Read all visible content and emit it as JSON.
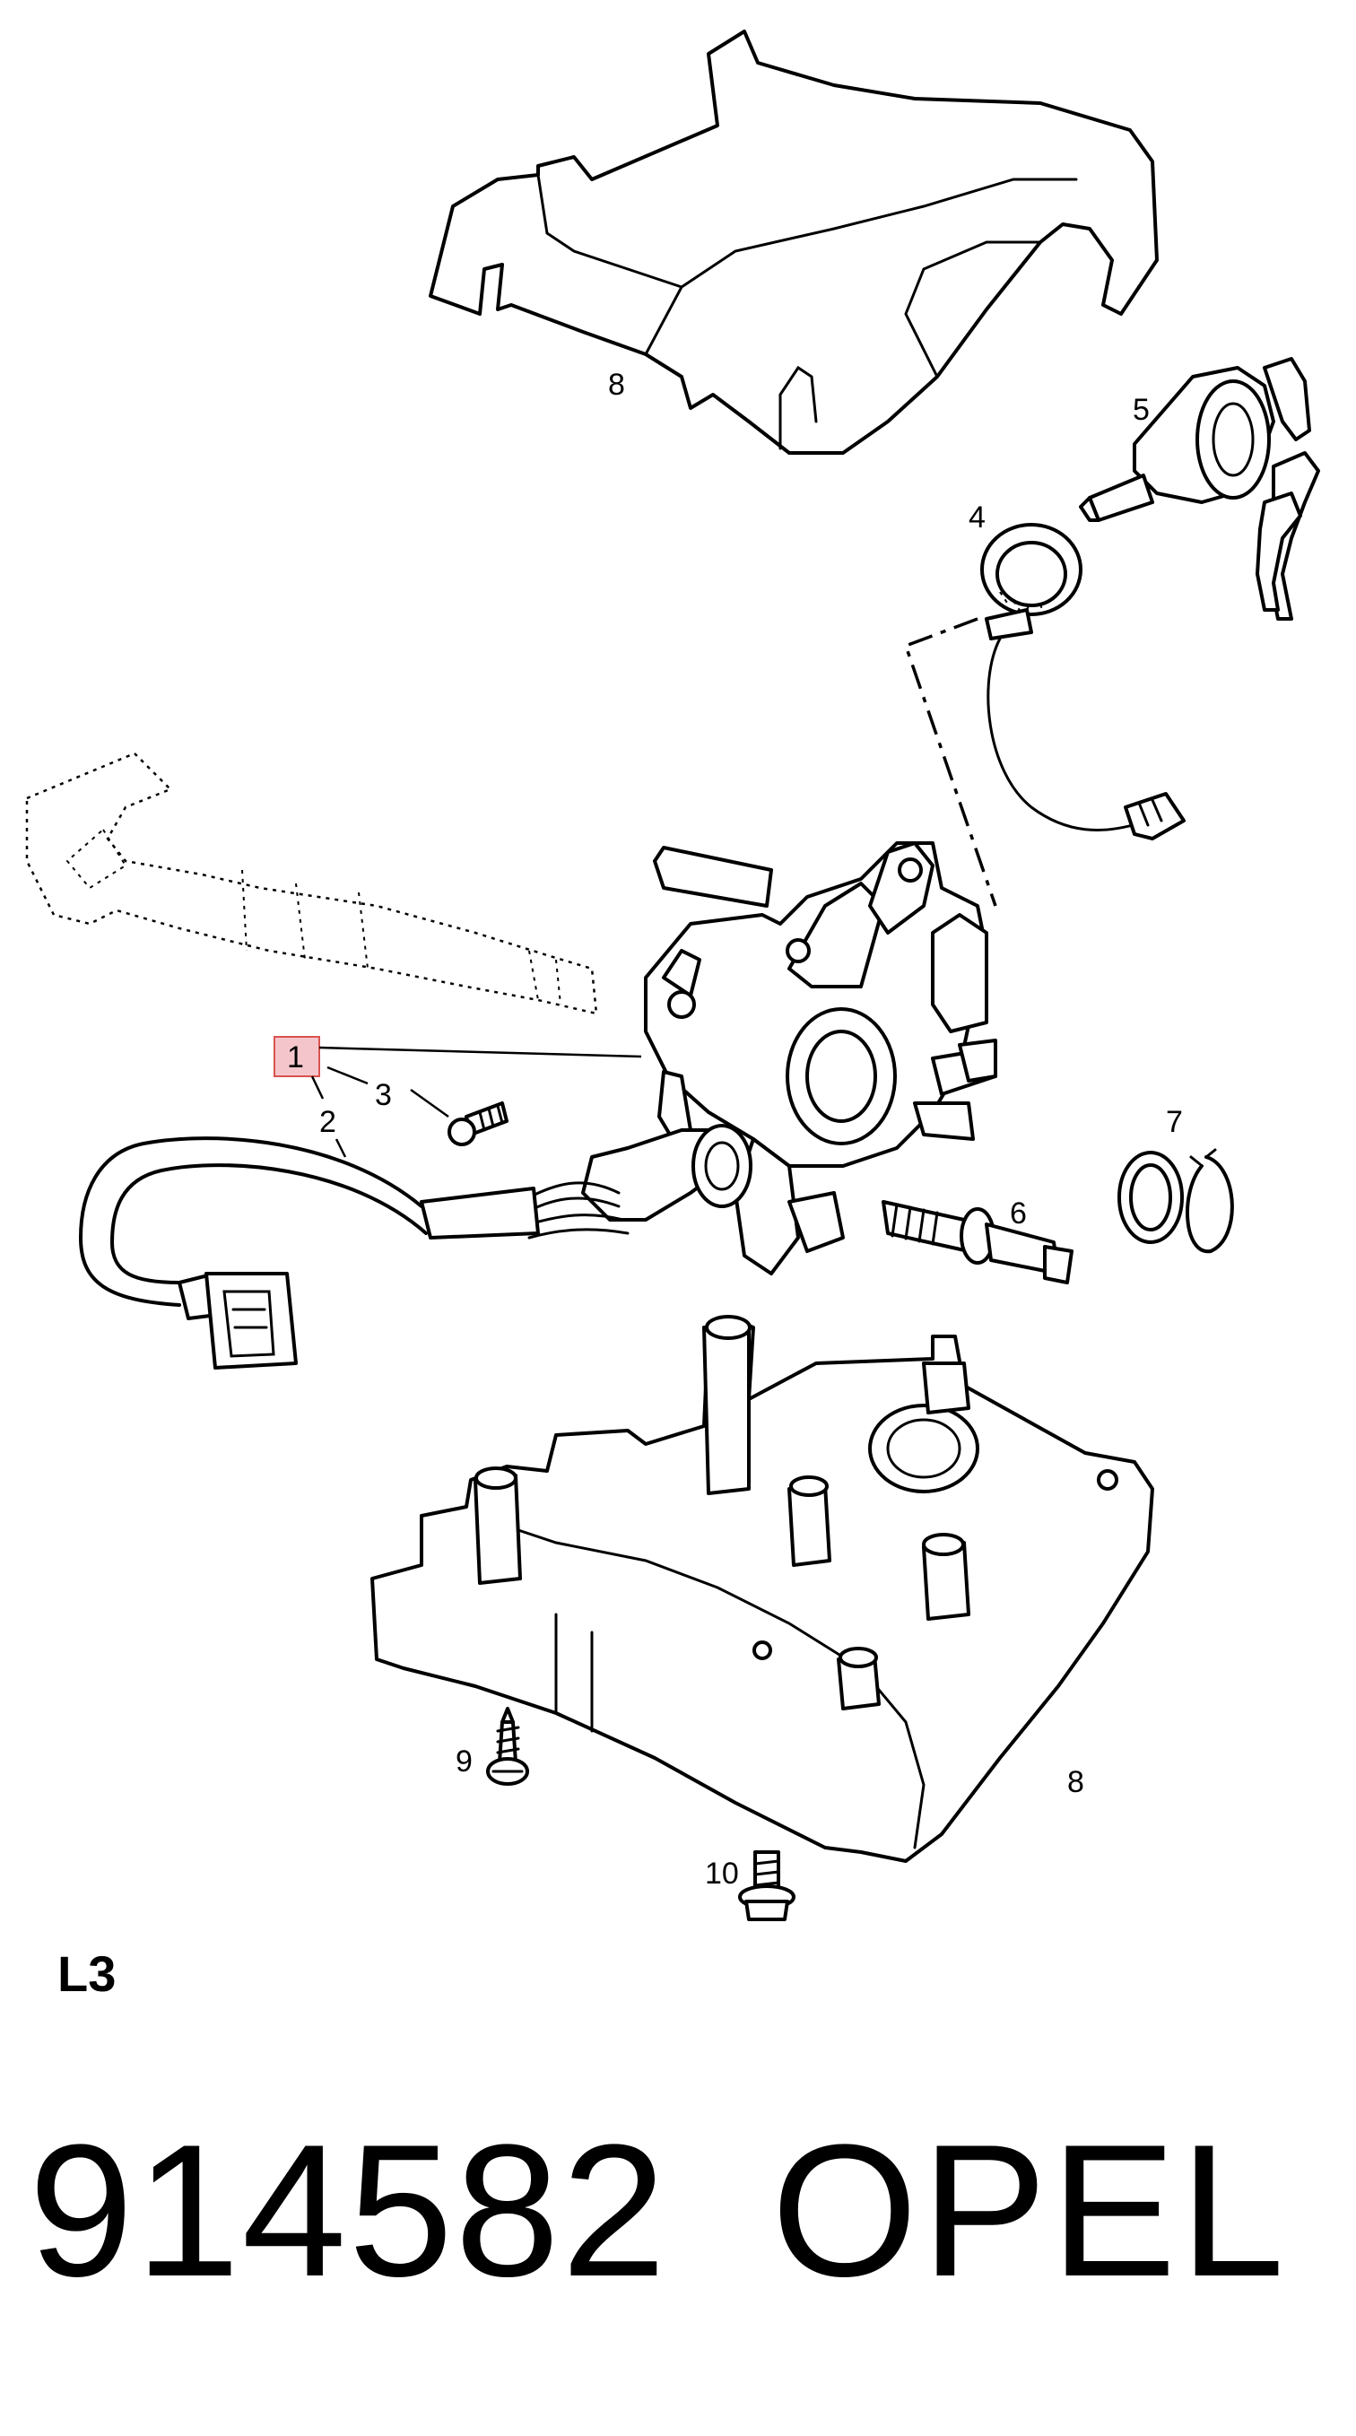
{
  "callouts": {
    "c1": "1",
    "c2": "2",
    "c3": "3",
    "c4": "4",
    "c5": "5",
    "c6": "6",
    "c7": "7",
    "c8_top": "8",
    "c8_bottom": "8",
    "c9": "9",
    "c10": "10"
  },
  "highlighted_callout": "1",
  "highlight_color": "#f4c6cc",
  "highlight_border": "#d9534f",
  "section_label": "L3",
  "part_number": "914582",
  "brand": "OPEL"
}
